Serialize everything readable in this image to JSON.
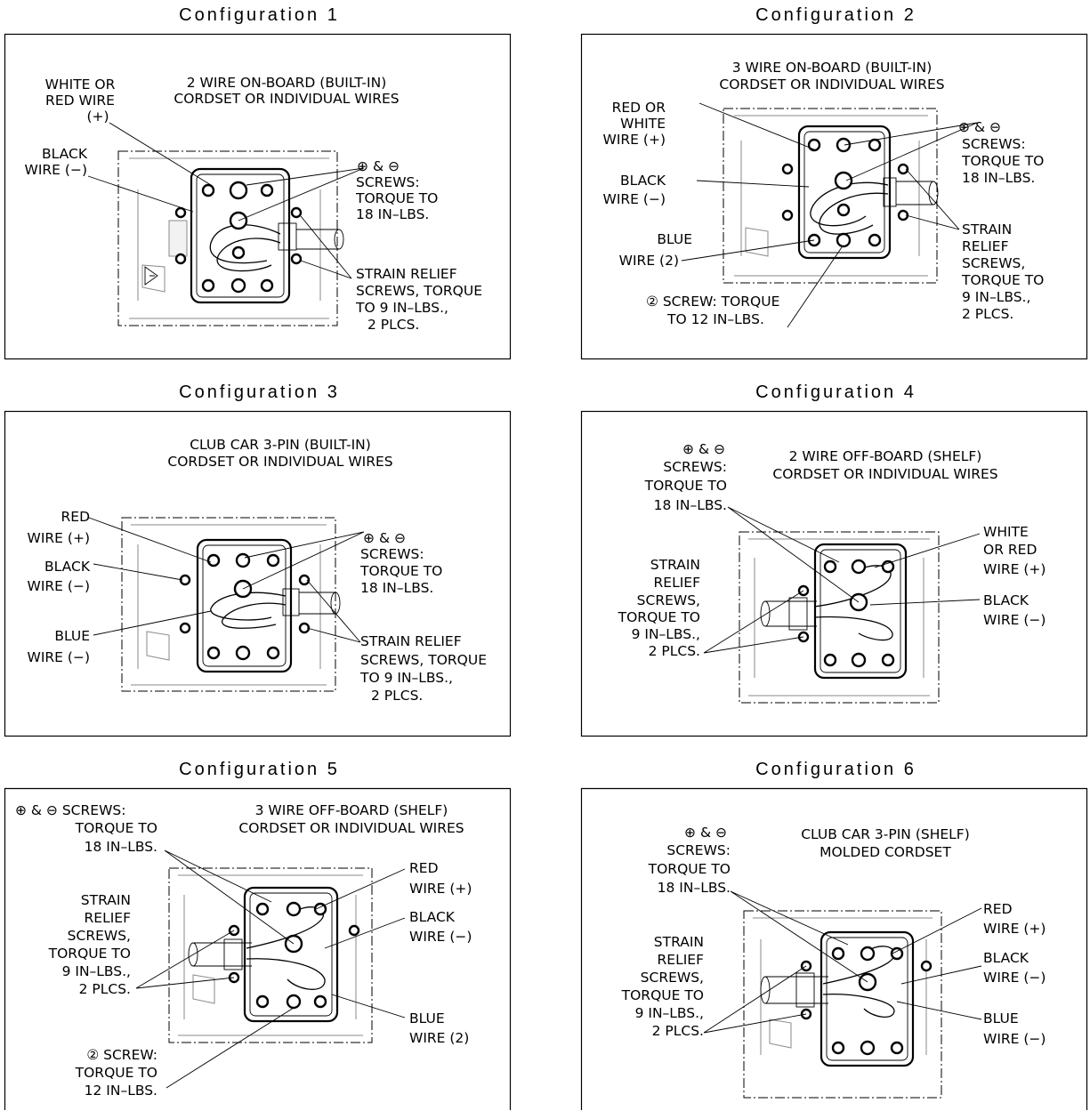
{
  "configs": [
    {
      "title": "Configuration 1",
      "heading": [
        "2 WIRE ON-BOARD (BUILT-IN)",
        "CORDSET OR INDIVIDUAL WIRES"
      ],
      "labels": {
        "a": [
          "WHITE OR",
          "RED WIRE",
          "(+)"
        ],
        "b": [
          "BLACK",
          "WIRE (−)"
        ],
        "c": [
          "⊕ & ⊖",
          "SCREWS:",
          "TORQUE TO",
          "18 IN–LBS."
        ],
        "d": [
          "STRAIN RELIEF",
          "SCREWS, TORQUE",
          "TO 9 IN–LBS.,",
          "2 PLCS."
        ]
      }
    },
    {
      "title": "Configuration 2",
      "heading": [
        "3 WIRE ON-BOARD (BUILT-IN)",
        "CORDSET OR INDIVIDUAL WIRES"
      ],
      "labels": {
        "a": [
          "RED OR",
          "WHITE",
          "WIRE (+)"
        ],
        "b": [
          "BLACK",
          "WIRE (−)"
        ],
        "c": [
          "BLUE",
          "WIRE (2)"
        ],
        "d": [
          "⊕ & ⊖",
          "SCREWS:",
          "TORQUE TO",
          "18 IN–LBS."
        ],
        "e": [
          "STRAIN",
          "RELIEF",
          "SCREWS,",
          "TORQUE TO",
          "9 IN–LBS.,",
          "2 PLCS."
        ],
        "f": [
          "② SCREW: TORQUE",
          "TO 12 IN–LBS."
        ]
      }
    },
    {
      "title": "Configuration 3",
      "heading": [
        "CLUB CAR 3-PIN (BUILT-IN)",
        "CORDSET OR INDIVIDUAL WIRES"
      ],
      "labels": {
        "a": [
          "RED",
          "WIRE (+)"
        ],
        "b": [
          "BLACK",
          "WIRE (−)"
        ],
        "c": [
          "BLUE",
          "WIRE (−)"
        ],
        "d": [
          "⊕ & ⊖",
          "SCREWS:",
          "TORQUE TO",
          "18 IN–LBS."
        ],
        "e": [
          "STRAIN RELIEF",
          "SCREWS, TORQUE",
          "TO 9 IN–LBS.,",
          "2 PLCS."
        ]
      }
    },
    {
      "title": "Configuration 4",
      "heading": [
        "2 WIRE OFF-BOARD (SHELF)",
        "CORDSET OR INDIVIDUAL WIRES"
      ],
      "labels": {
        "a": [
          "⊕ & ⊖",
          "SCREWS:",
          "TORQUE TO",
          "18 IN–LBS."
        ],
        "b": [
          "STRAIN",
          "RELIEF",
          "SCREWS,",
          "TORQUE TO",
          "9 IN–LBS.,",
          "2 PLCS."
        ],
        "c": [
          "WHITE",
          "OR RED",
          "WIRE (+)"
        ],
        "d": [
          "BLACK",
          "WIRE (−)"
        ]
      }
    },
    {
      "title": "Configuration 5",
      "heading": [
        "3 WIRE OFF-BOARD (SHELF)",
        "CORDSET OR INDIVIDUAL WIRES"
      ],
      "labels": {
        "a": [
          "⊕ & ⊖ SCREWS:",
          "TORQUE TO",
          "18 IN–LBS."
        ],
        "b": [
          "STRAIN",
          "RELIEF",
          "SCREWS,",
          "TORQUE TO",
          "9 IN–LBS.,",
          "2 PLCS."
        ],
        "c": [
          "② SCREW:",
          "TORQUE TO",
          "12 IN–LBS."
        ],
        "d": [
          "RED",
          "WIRE (+)"
        ],
        "e": [
          "BLACK",
          "WIRE (−)"
        ],
        "f": [
          "BLUE",
          "WIRE (2)"
        ]
      }
    },
    {
      "title": "Configuration 6",
      "heading": [
        "CLUB CAR 3-PIN (SHELF)",
        "MOLDED CORDSET"
      ],
      "labels": {
        "a": [
          "⊕ & ⊖",
          "SCREWS:",
          "TORQUE TO",
          "18 IN–LBS."
        ],
        "b": [
          "STRAIN",
          "RELIEF",
          "SCREWS,",
          "TORQUE TO",
          "9 IN–LBS.,",
          "2 PLCS."
        ],
        "c": [
          "RED",
          "WIRE (+)"
        ],
        "d": [
          "BLACK",
          "WIRE (−)"
        ],
        "e": [
          "BLUE",
          "WIRE (−)"
        ]
      }
    }
  ]
}
